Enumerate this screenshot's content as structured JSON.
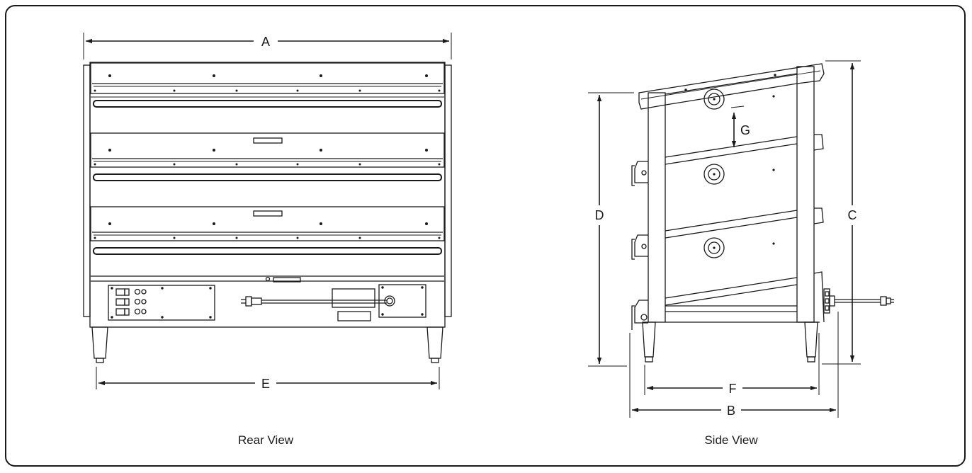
{
  "views": {
    "rear": {
      "caption": "Rear View",
      "dimensions": {
        "width_overall": "A",
        "width_legs": "E"
      }
    },
    "side": {
      "caption": "Side View",
      "dimensions": {
        "depth_overall": "B",
        "height_overall": "C",
        "height_front": "D",
        "depth_legs": "F",
        "shelf_spacing": "G"
      }
    }
  },
  "colors": {
    "line": "#1a1a1a",
    "background": "#ffffff"
  }
}
